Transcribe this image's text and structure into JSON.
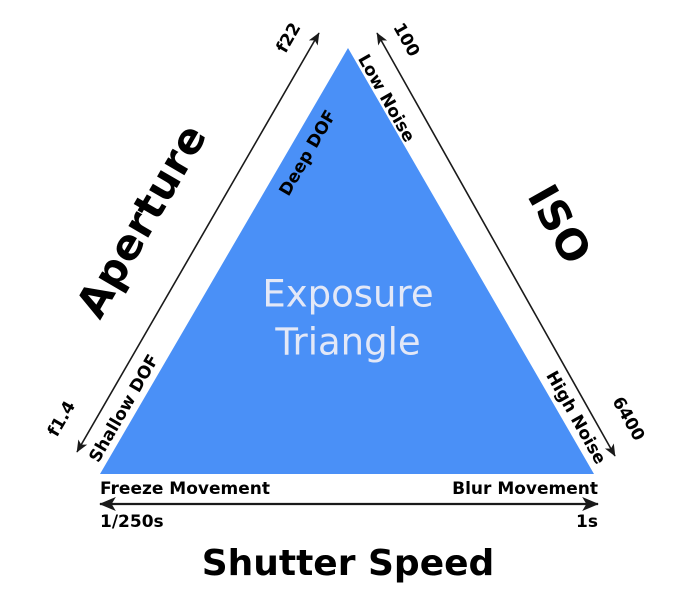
{
  "diagram": {
    "title": "Exposure Triangle",
    "center_label_line1": "Exposure",
    "center_label_line2": "Triangle",
    "triangle_fill": "#4a90f7",
    "center_text_color": "#e3e8f7",
    "line_color": "#1a1a1a",
    "background": "#ffffff"
  },
  "sides": {
    "left": {
      "title": "Aperture",
      "top_value": "f22",
      "top_effect": "Deep DOF",
      "bottom_value": "f1.4",
      "bottom_effect": "Shallow DOF"
    },
    "right": {
      "title": "ISO",
      "top_value": "100",
      "top_effect": "Low Noise",
      "bottom_value": "6400",
      "bottom_effect": "High Noise"
    },
    "bottom": {
      "title": "Shutter Speed",
      "left_value": "1/250s",
      "left_effect": "Freeze Movement",
      "right_value": "1s",
      "right_effect": "Blur Movement"
    }
  }
}
